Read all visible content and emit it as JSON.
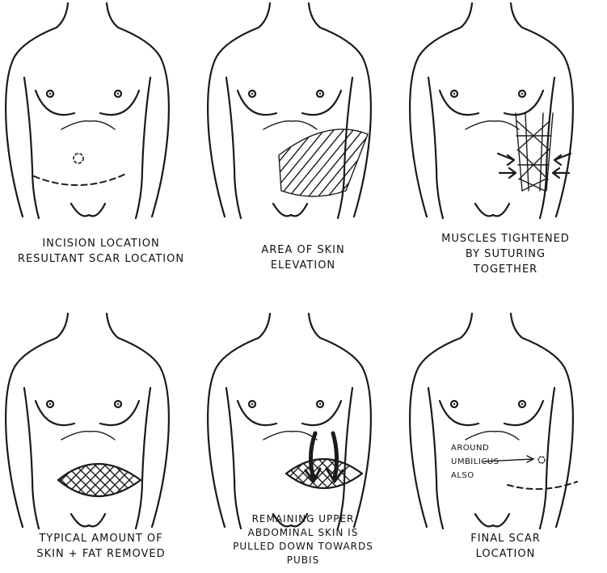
{
  "panels": [
    {
      "id": "p1",
      "caption": [
        "INCISION LOCATION",
        "RESULTANT SCAR LOCATION"
      ]
    },
    {
      "id": "p2",
      "caption": [
        "AREA OF SKIN",
        "ELEVATION"
      ]
    },
    {
      "id": "p3",
      "caption": [
        "MUSCLES TIGHTENED",
        "BY SUTURING",
        "TOGETHER"
      ]
    },
    {
      "id": "p4",
      "caption": [
        "TYPICAL AMOUNT OF",
        "SKIN + FAT REMOVED"
      ]
    },
    {
      "id": "p5",
      "caption": [
        "REMAINING UPPER",
        "ABDOMINAL SKIN IS",
        "PULLED DOWN TOWARDS",
        "PUBIS"
      ]
    },
    {
      "id": "p6",
      "caption": [
        "FINAL SCAR",
        "LOCATION"
      ],
      "note": [
        "AROUND",
        "UMBILICUS",
        "ALSO"
      ]
    }
  ]
}
